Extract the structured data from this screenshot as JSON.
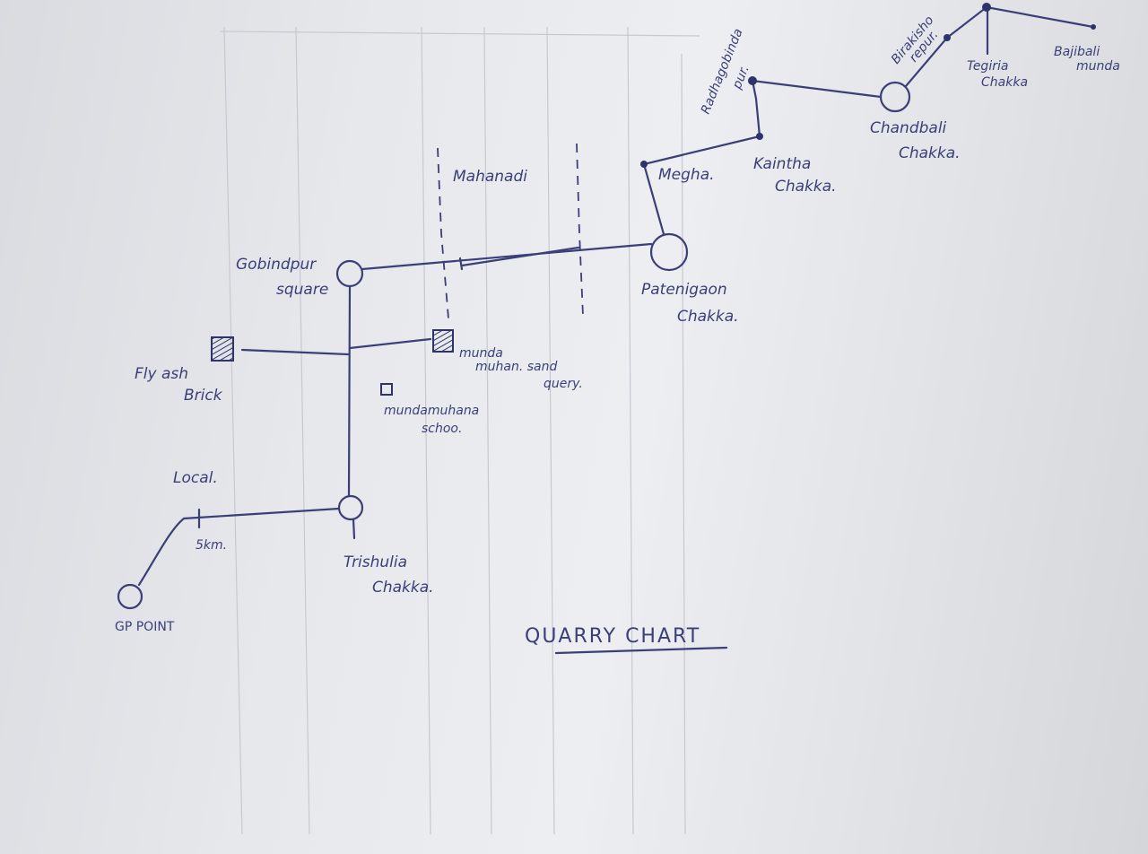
{
  "title": "QUARRY CHART",
  "river": "Mahanadi",
  "places": {
    "gobindpur": [
      "Gobindpur",
      "square"
    ],
    "patenigaon": [
      "Patenigaon",
      "Chakka."
    ],
    "megha": "Megha.",
    "kaintha": [
      "Kaintha",
      "Chakka."
    ],
    "radhagobindapur": [
      "Radhagobinda",
      "pur."
    ],
    "chandbali": [
      "Chandbali",
      "Chakka."
    ],
    "birakishorepur": [
      "Birakisho",
      "repur."
    ],
    "tegiria": [
      "Tegiria",
      "Chakka"
    ],
    "bajibali": [
      "Bajibali",
      "munda"
    ],
    "fly_ash": [
      "Fly ash",
      "Brick"
    ],
    "sand_quarry": [
      "munda",
      "muhan. sand",
      "query."
    ],
    "school": [
      "mundamuhana",
      "schoo."
    ],
    "trishulia": [
      "Trishulia",
      "Chakka."
    ],
    "gp_point": "GP POINT"
  },
  "road_labels": {
    "local": "Local.",
    "distance": "5km."
  },
  "colors": {
    "ink": "#3b3f78",
    "paper": "#e6e8ec"
  }
}
